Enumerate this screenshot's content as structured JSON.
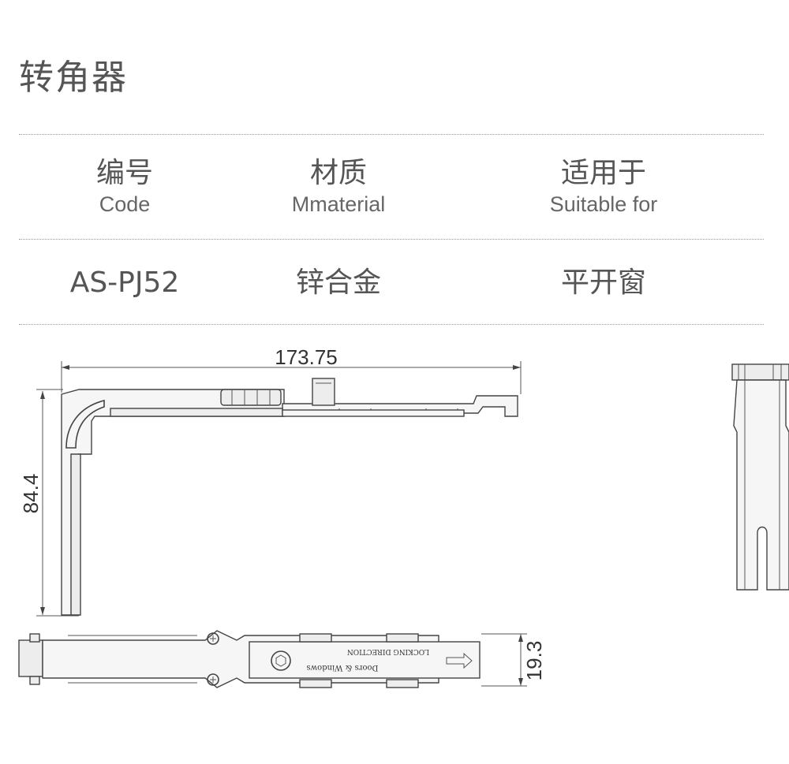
{
  "title": "转角器",
  "headers": [
    {
      "zh": "编号",
      "en": "Code"
    },
    {
      "zh": "材质",
      "en": "Mmaterial"
    },
    {
      "zh": "适用于",
      "en": "Suitable for"
    }
  ],
  "values": [
    "AS-PJ52",
    "锌合金",
    "平开窗"
  ],
  "dimensions": {
    "length": "173.75",
    "height": "84.4",
    "width": "19.3"
  },
  "plate_text": {
    "line1": "LOCKING DIRECTION",
    "line2": "Doors & Windows"
  }
}
